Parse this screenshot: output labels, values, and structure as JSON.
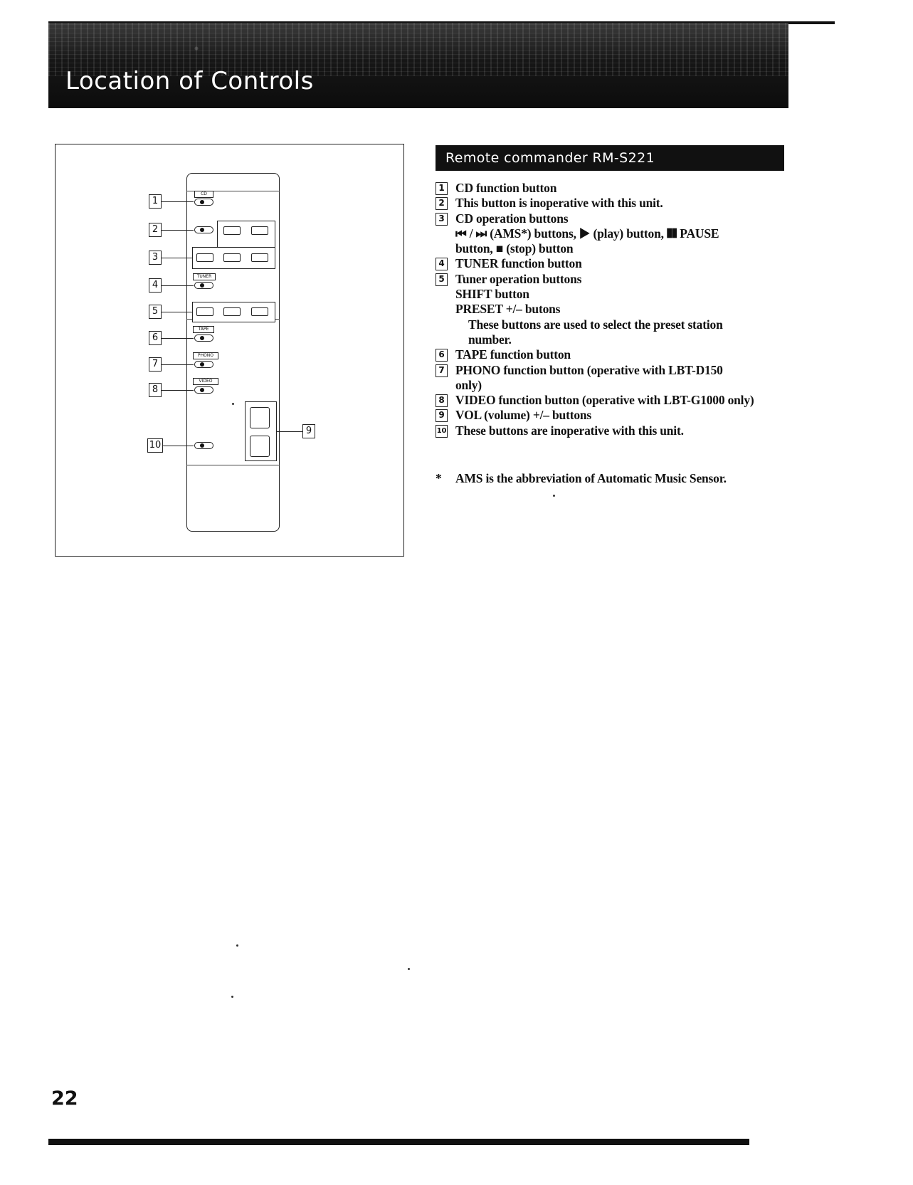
{
  "header": {
    "title": "Location of Controls"
  },
  "diagram": {
    "callouts": [
      "1",
      "2",
      "3",
      "4",
      "5",
      "6",
      "7",
      "8",
      "9",
      "10"
    ],
    "function_labels": [
      "CD",
      "TUNER",
      "TAPE",
      "PHONO",
      "VIDEO"
    ]
  },
  "section": {
    "title": "Remote commander RM-S221"
  },
  "items": [
    {
      "num": "1",
      "text": "CD function button"
    },
    {
      "num": "2",
      "text": "This button is inoperative with this unit."
    },
    {
      "num": "3",
      "text": "CD operation buttons",
      "sub": [
        "⏮ / ⏭ (AMS*) buttons, ▶ (play) button, ❚❚ PAUSE",
        "button, ■ (stop) button"
      ]
    },
    {
      "num": "4",
      "text": "TUNER function button"
    },
    {
      "num": "5",
      "text": "Tuner operation buttons",
      "sub": [
        "SHIFT button",
        "PRESET +/– butons"
      ],
      "subsub": [
        "These buttons are used to select the preset station",
        "number."
      ]
    },
    {
      "num": "6",
      "text": "TAPE function button"
    },
    {
      "num": "7",
      "text": "PHONO function button (operative with LBT-D150",
      "cont": "only)"
    },
    {
      "num": "8",
      "text": "VIDEO function button (operative with LBT-G1000 only)"
    },
    {
      "num": "9",
      "text": "VOL (volume) +/– buttons"
    },
    {
      "num": "10",
      "text": "These buttons are inoperative with this unit."
    }
  ],
  "footnote": {
    "marker": "*",
    "text": "AMS is the abbreviation of Automatic Music Sensor."
  },
  "page_number": "22"
}
